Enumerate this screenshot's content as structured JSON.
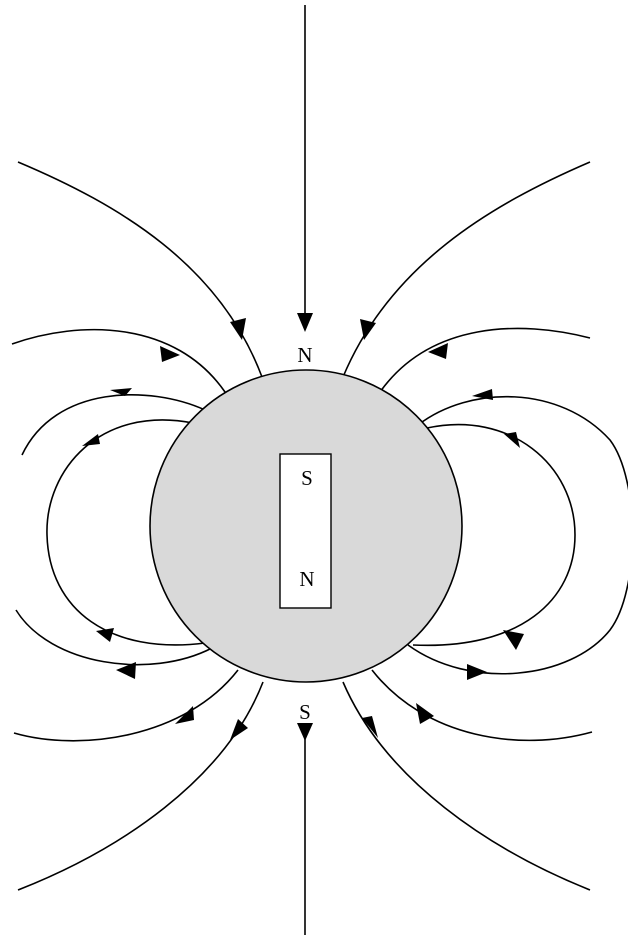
{
  "labels": {
    "geo_north": "N",
    "geo_south": "S",
    "magnet_top": "S",
    "magnet_bottom": "N"
  },
  "colors": {
    "planet_fill": "#d9d9d9",
    "line": "#000000",
    "background": "#ffffff"
  }
}
